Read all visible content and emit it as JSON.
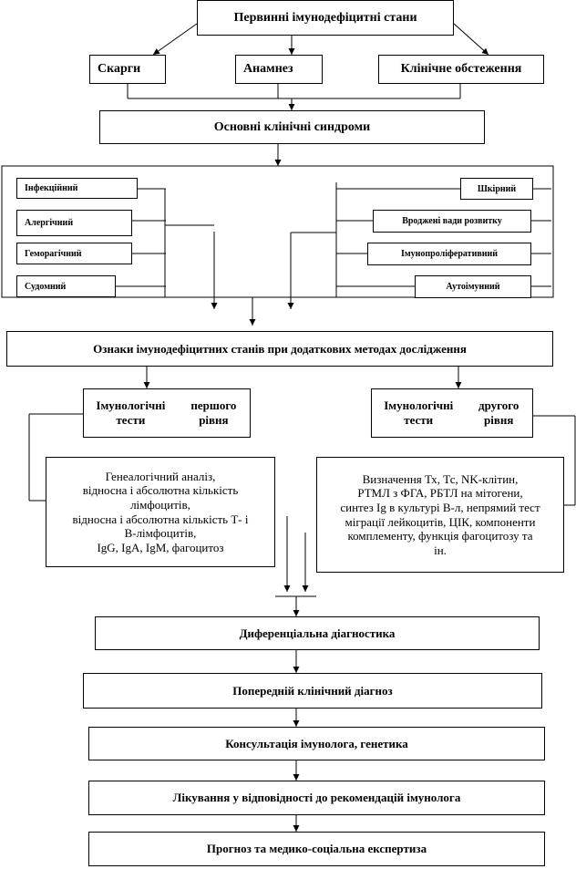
{
  "top": "Первинні імунодефіцитні стани",
  "row1": {
    "complaints": "Скарги",
    "anamnesis": "Анамнез",
    "exam": "Клінічне обстеження"
  },
  "main_syndromes": "Основні клінічні синдроми",
  "syndromes_left": [
    "Інфекційний",
    "Алергічний",
    "Геморагічний",
    "Судомний"
  ],
  "syndromes_right": [
    "Шкірний",
    "Вроджені вади розвитку",
    "Імунопроліферативний",
    "Аутоімунний"
  ],
  "signs": "Ознаки імунодефіцитних станів при додаткових методах дослідження",
  "tests1": {
    "line1": "Імунологічні тести",
    "line2": "першого рівня"
  },
  "tests2": {
    "line1": "Імунологічні тести",
    "line2": "другого рівня"
  },
  "tests1_details": [
    "Генеалогічний аналіз,",
    "відносна і абсолютна кількість",
    "лімфоцитів,",
    "відносна і абсолютна кількість Т- і",
    "В-лімфоцитів,",
    "IgG, IgA, IgM, фагоцитоз"
  ],
  "tests2_details": [
    "Визначення Тх, Тс, NK-клітин,",
    "РТМЛ з ФГА, РБТЛ на мітогени,",
    "синтез Ig в культурі В-л, непрямий тест",
    "міграції лейкоцитів, ЦІК, компоненти",
    "комплементу, функція фагоцитозу та",
    "ін."
  ],
  "steps": [
    "Диференціальна діагностика",
    "Попередній клінічний діагноз",
    "Консультація імунолога, генетика",
    "Лікування у відповідності до рекомендацій імунолога",
    "Прогноз та медико-соціальна експертиза"
  ]
}
